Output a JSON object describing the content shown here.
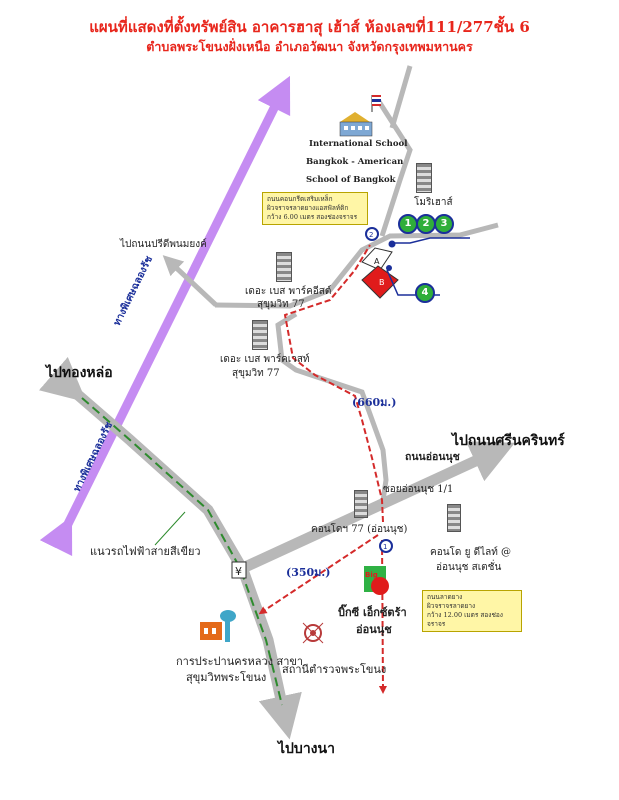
{
  "title_line1": "แผนที่แสดงที่ตั้งทรัพย์สิน อาคารฮาสุ เฮ้าส์ ห้องเลขที่111/277ชั้น 6",
  "title_line2": "ตำบลพระโขนงฝั่งเหนือ อำเภอวัฒนา จังหวัดกรุงเทพมหานคร",
  "labels": {
    "school_1": "International School",
    "school_2": "Bangkok - American",
    "school_3": "School of Bangkok",
    "mirage": "โมริเฮาส์",
    "to_pridi": "ไปถนนปรีดีพนมยงค์",
    "the_base_park_east_1": "เดอะ เบส พาร์คอีสต์",
    "the_base_park_east_2": "สุขุมวิท 77",
    "the_base_park_west_1": "เดอะ เบส พาร์คเวสท์",
    "the_base_park_west_2": "สุขุมวิท 77",
    "to_thonglor": "ไปทองหล่อ",
    "expressway_1": "ทางพิเศษฉลองรัช",
    "expressway_2": "ทางพิเศษฉลองรัช",
    "dist_660": "(660ม.)",
    "to_srinakarin": "ไปถนนศรีนครินทร์",
    "on_nut_road": "ถนนอ่อนนุช",
    "soi_on_nut": "ซอยอ่อนนุช 1/1",
    "condo_77_1": "คอนโดฯ 77 (อ่อนนุช)",
    "condo_u_1": "คอนโด ยู ดีไลท์ @",
    "condo_u_2": "อ่อนนุช สเตชั่น",
    "bts_line": "แนวรถไฟฟ้าสายสีเขียว",
    "dist_350": "(350ม.)",
    "bigc_1": "บิ๊กซี เอ็กซ์ตร้า",
    "bigc_2": "อ่อนนุช",
    "bigc_logo": "Big",
    "mwa_1": "การประปานครหลวง สาขา",
    "mwa_2": "สุขุมวิทพระโขนง",
    "police": "สถานีตำรวจพระโขนง",
    "to_bangna": "ไปบางนา",
    "bts_mark": "¥"
  },
  "notes": {
    "note1_l1": "ถนนคอนกรีตเสริมเหล็ก",
    "note1_l2": "ผิวจราจรลาดยางแอสฟัลท์ติก",
    "note1_l3": "กว้าง 6.00 เมตร สองช่องจราจร",
    "note2_l1": "ถนนลาดยาง",
    "note2_l2": "ผิวจราจรลาดยาง",
    "note2_l3": "กว้าง 12.00 เมตร สองช่องจราจร"
  },
  "markers": [
    "1",
    "2",
    "3",
    "4"
  ],
  "plot_labels": {
    "a": "A",
    "b": "B"
  },
  "colors": {
    "title": "#e8261c",
    "road": "#b8b8b8",
    "expressway": "#c58cf2",
    "route": "#d42a2a",
    "bts": "#2e8b2e",
    "marker_fill": "#2fae3a",
    "marker_border": "#1b2f9a"
  },
  "icons": [
    "flag-icon",
    "school-icon",
    "building-icon",
    "bigc-logo-icon",
    "water-tower-icon",
    "police-icon",
    "bts-station-icon"
  ]
}
